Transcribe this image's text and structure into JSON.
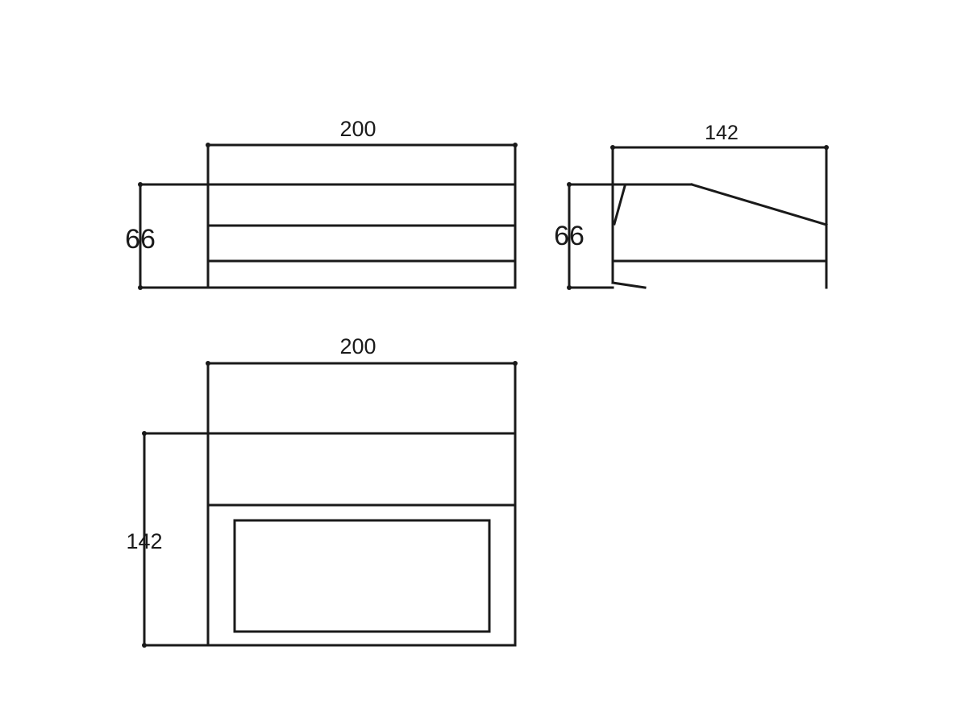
{
  "views": {
    "front": {
      "width_label": "200",
      "height_label": "66"
    },
    "side": {
      "width_label": "142",
      "height_label": "66"
    },
    "top": {
      "width_label": "200",
      "height_label": "142"
    }
  },
  "colors": {
    "line": "#1a1a1a",
    "background": "#ffffff"
  }
}
